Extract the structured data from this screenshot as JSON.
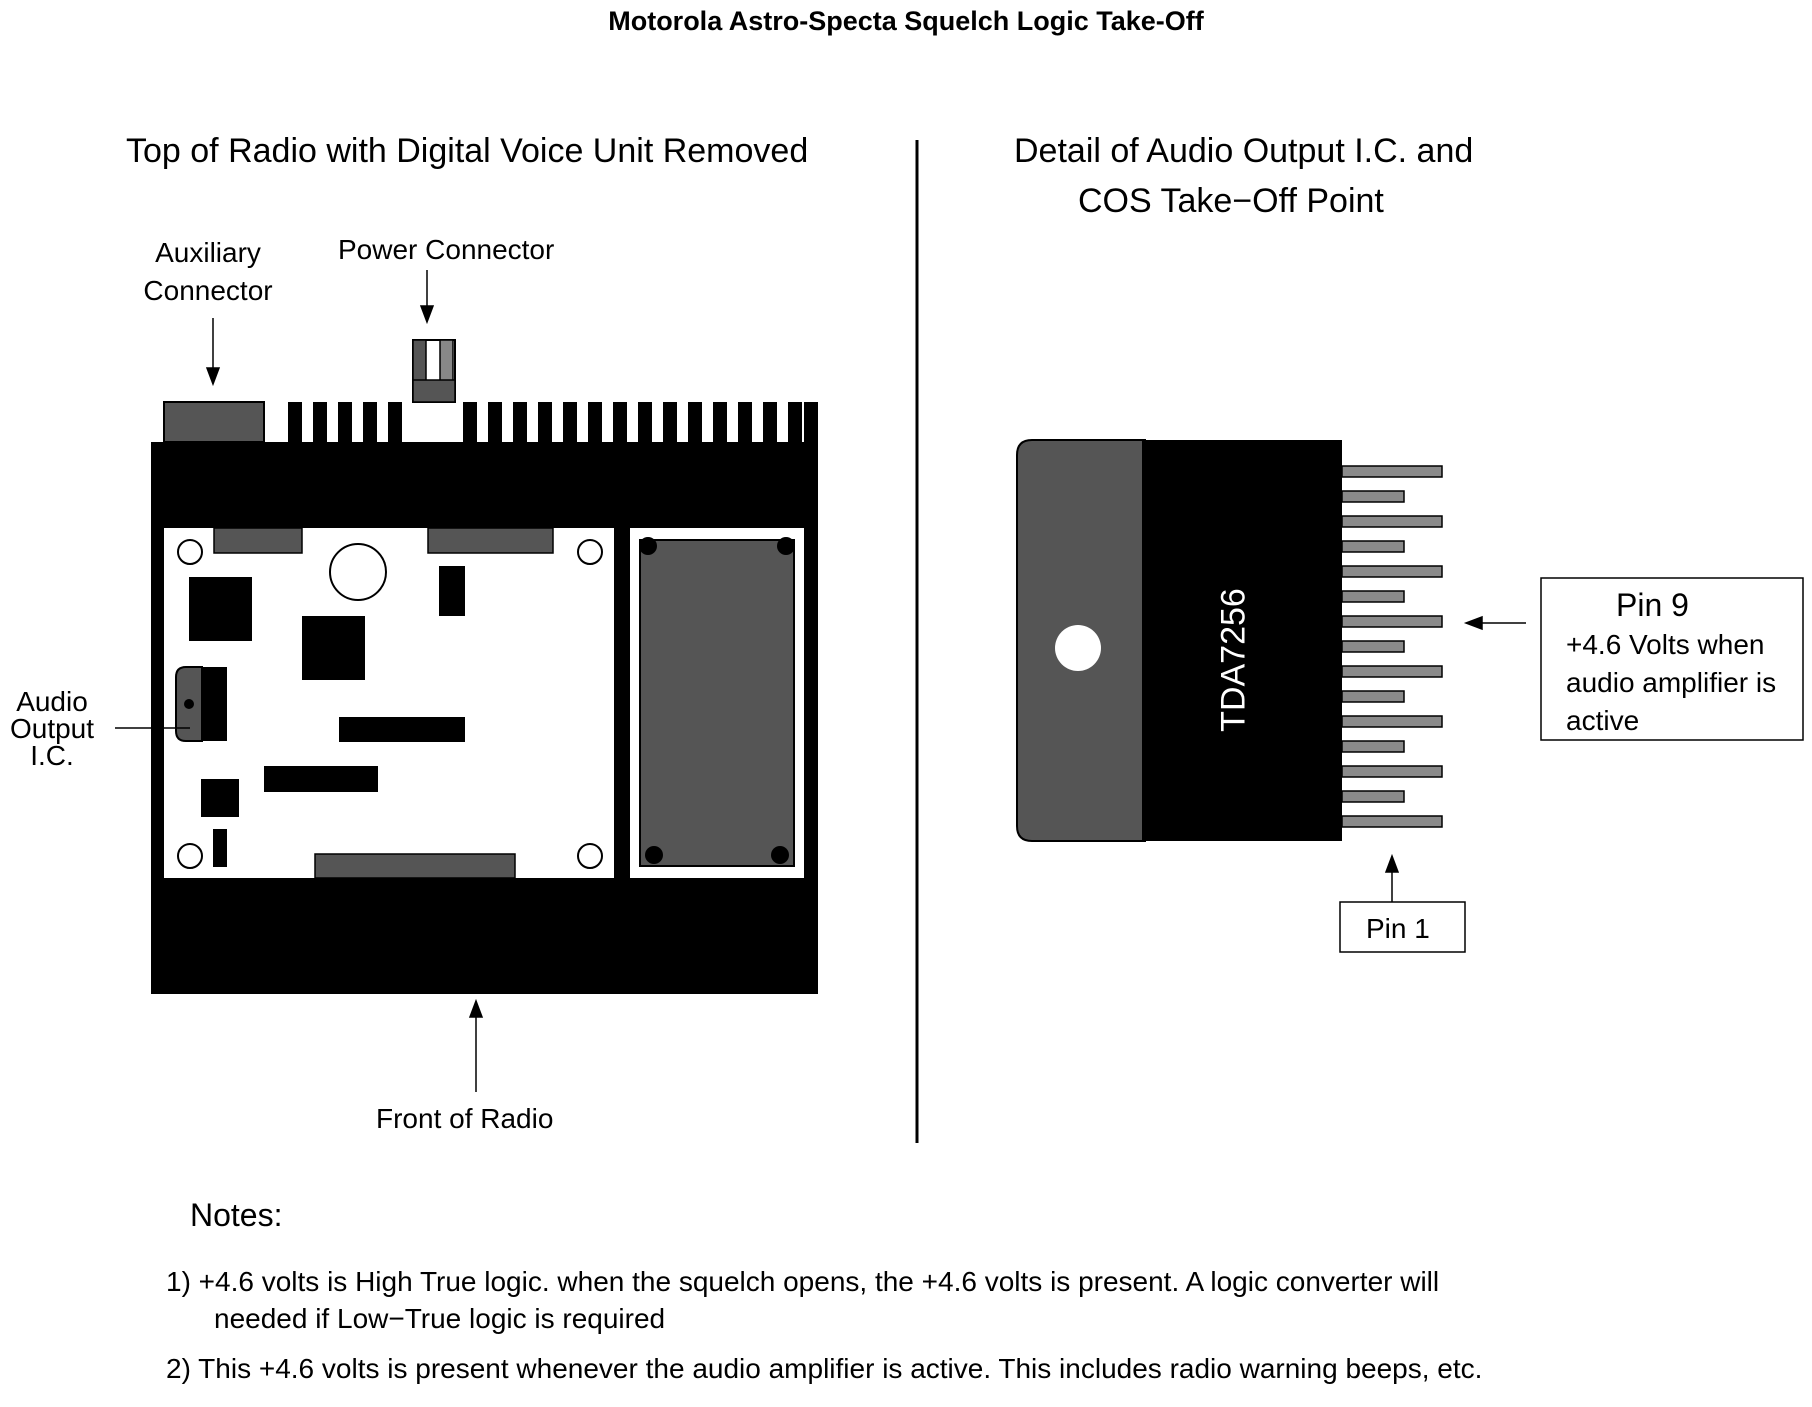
{
  "title": "Motorola Astro-Specta Squelch Logic Take-Off",
  "left_panel": {
    "heading": "Top of Radio with Digital Voice Unit Removed",
    "auxiliary_connector_label": "Auxiliary\nConnector",
    "power_connector_label": "Power Connector",
    "audio_output_label": "Audio\nOutput\nI.C.",
    "front_label": "Front of Radio"
  },
  "right_panel": {
    "heading_line_1": "Detail of Audio Output I.C. and",
    "heading_line_2": "COS Take−Off Point",
    "chip_part_number": "TDA7256",
    "pin9_title": "Pin 9",
    "pin9_description": "+4.6 Volts when audio amplifier is active",
    "pin1_label": "Pin 1"
  },
  "notes": {
    "heading": "Notes:",
    "note_1_line_1": "1) +4.6 volts is High True logic. when the squelch opens, the +4.6 volts is present. A logic converter will",
    "note_1_line_2": "needed if Low−True logic is required",
    "note_2": "2) This +4.6 volts is present whenever the audio amplifier is active. This includes radio warning beeps, etc."
  },
  "colors": {
    "ink": "#000000",
    "board": "#ffffff",
    "component_gray": "#555555",
    "pin_gray": "#8a8a8a"
  }
}
